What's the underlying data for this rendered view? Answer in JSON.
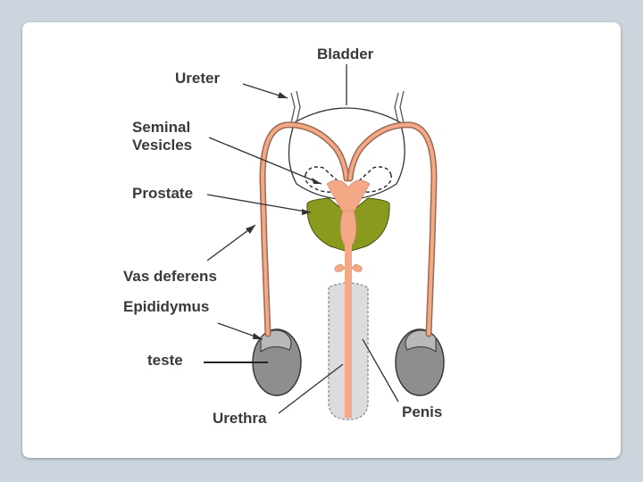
{
  "labels": {
    "bladder": "Bladder",
    "ureter": "Ureter",
    "seminal_vesicles_line1": "Seminal",
    "seminal_vesicles_line2": "Vesicles",
    "prostate": "Prostate",
    "vas_deferens": "Vas deferens",
    "epididymus": "Epididymus",
    "teste": "teste",
    "urethra": "Urethra",
    "penis": "Penis"
  },
  "colors": {
    "background": "#ccd5dd",
    "duct": "#f5a886",
    "duct_outline": "#9a6a52",
    "prostate": "#8a9a1e",
    "testis": "#8e8e8e",
    "penis": "#d9d9d9",
    "outline": "#333333"
  }
}
